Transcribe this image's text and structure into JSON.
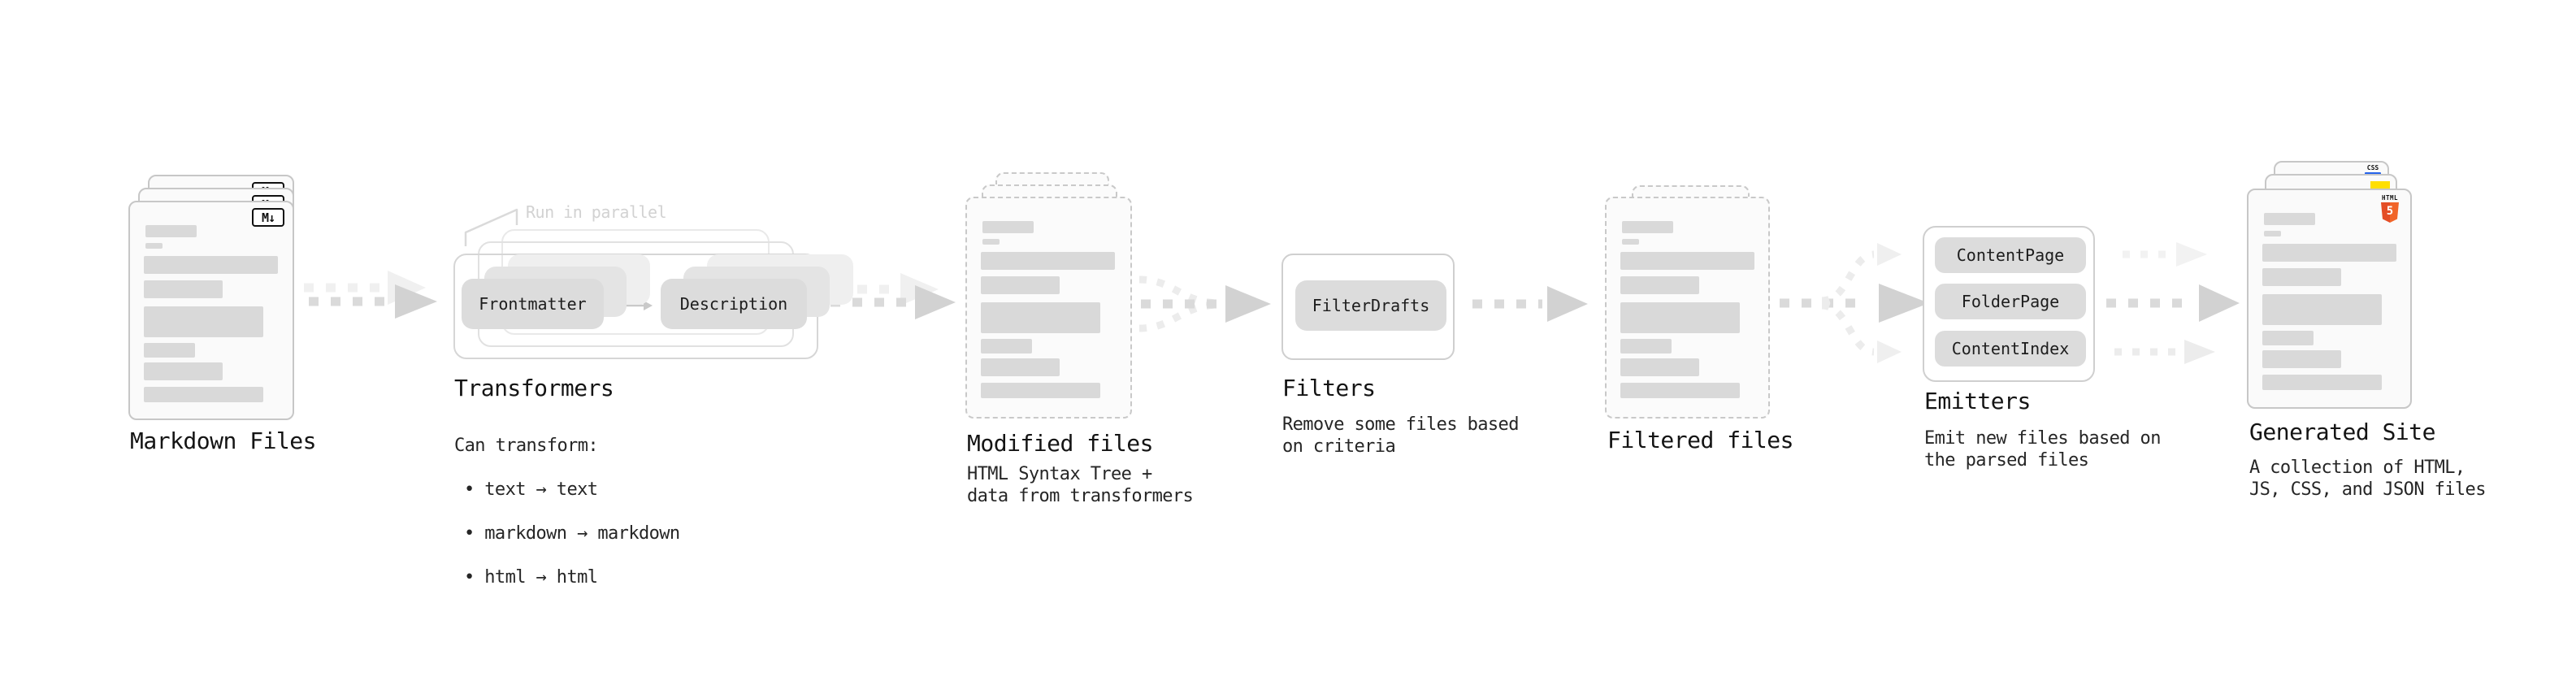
{
  "stages": {
    "markdown_files": {
      "label": "Markdown Files",
      "file_badge": "M↓"
    },
    "transformers": {
      "annotation": "Run in parallel",
      "input_pill": "Frontmatter",
      "output_pill": "Description",
      "label": "Transformers",
      "description_heading": "Can transform:",
      "bullets": [
        "• text → text",
        "• markdown → markdown",
        "• html → html"
      ]
    },
    "modified_files": {
      "label": "Modified files",
      "description": "HTML Syntax Tree +\ndata from transformers"
    },
    "filters": {
      "pill": "FilterDrafts",
      "label": "Filters",
      "description": "Remove some files based\non criteria"
    },
    "filtered_files": {
      "label": "Filtered files"
    },
    "emitters": {
      "pills": [
        "ContentPage",
        "FolderPage",
        "ContentIndex"
      ],
      "label": "Emitters",
      "description": "Emit new files based on\nthe parsed files"
    },
    "generated_site": {
      "label": "Generated Site",
      "description": "A collection of HTML,\nJS, CSS, and JSON files",
      "css_logo_text": "CSS",
      "html_logo_text": "HTML",
      "html_logo_number": "5"
    }
  },
  "colors": {
    "html5_orange": "#e44d26",
    "js_yellow": "#ffdf00",
    "css_blue": "#2563eb",
    "arrow_dark": "#d6d6d6",
    "arrow_light": "#efefef",
    "bar_gray": "#d9d9d9",
    "pill_gray": "#dcdcdc"
  }
}
